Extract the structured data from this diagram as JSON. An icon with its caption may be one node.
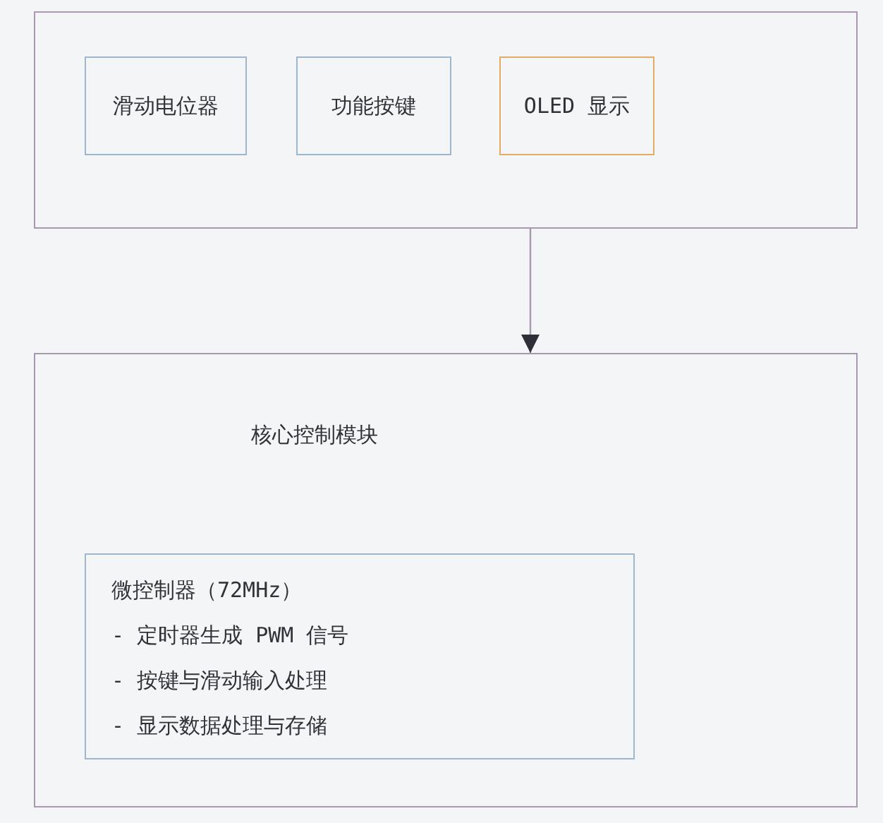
{
  "diagram": {
    "nodes": [
      {
        "text": [],
        "shape": "box"
      },
      {
        "text": [
          "滑动电位器"
        ],
        "in": 0
      },
      {
        "text": [
          "功能按键"
        ],
        "in": 0
      },
      {
        "text": [
          "OLED 显示"
        ],
        "in": 0
      },
      {
        "text": [
          "核心控制模块"
        ]
      },
      {
        "text": [
          "微控制器（72MHz）",
          "- 定时器生成 PWM 信号",
          "- 按键与滑动输入处理",
          "- 显示数据处理与存储"
        ],
        "in": 4
      }
    ],
    "edges": [
      {
        "from": 0,
        "to": 4,
        "arrow": "to"
      }
    ]
  }
}
